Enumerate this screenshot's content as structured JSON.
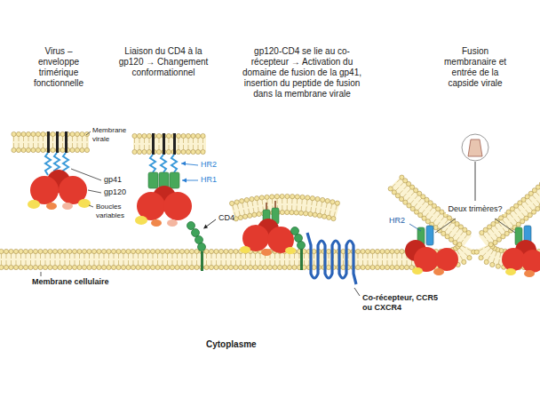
{
  "diagram": {
    "labels": [
      "Virus – enveloppe trimérique fonctionnelle",
      "Liaison du CD4 à la gp120 → Changement conformationnel",
      "gp120-CD4 se lie au co-récepteur → Activation du domaine de fusion de la gp41, insertion du peptide de fusion dans la membrane virale",
      "Fusion membranaire et entrée de la capside virale",
      "Membrane virale",
      "gp41",
      "gp120",
      "Boucles variables",
      "HR2",
      "HR1",
      "CD4",
      "Deux trimères?",
      "HR2",
      "Membrane cellulaire",
      "Co-récepteur, CCR5 ou CXCR4",
      "Cytoplasme"
    ]
  }
}
